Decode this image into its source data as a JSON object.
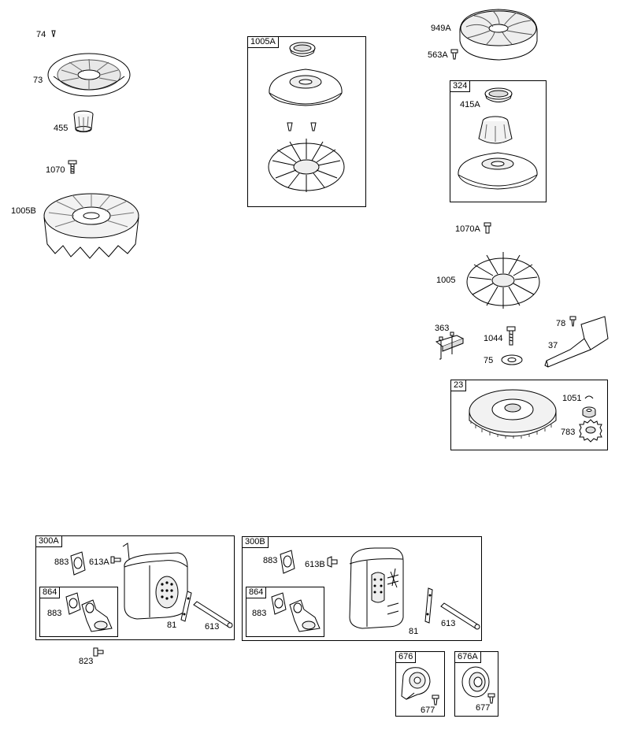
{
  "labels": {
    "p74": "74",
    "p73": "73",
    "p455": "455",
    "p1070": "1070",
    "p1005b": "1005B",
    "p949a": "949A",
    "p563a": "563A",
    "p415a": "415A",
    "p1070a": "1070A",
    "p1005": "1005",
    "p363": "363",
    "p1044": "1044",
    "p75": "75",
    "p78": "78",
    "p37": "37",
    "p1051": "1051",
    "p783": "783",
    "p823": "823",
    "a_883": "883",
    "a_613a": "613A",
    "a_864_883": "883",
    "a_81": "81",
    "a_613": "613",
    "b_883": "883",
    "b_613b": "613B",
    "b_864_883": "883",
    "b_81": "81",
    "b_613": "613",
    "p677_1": "677",
    "p677_2": "677"
  },
  "boxes": {
    "b1005a": "1005A",
    "b324": "324",
    "b23": "23",
    "b300a": "300A",
    "b864a": "864",
    "b300b": "300B",
    "b864b": "864",
    "b676": "676",
    "b676a": "676A"
  }
}
